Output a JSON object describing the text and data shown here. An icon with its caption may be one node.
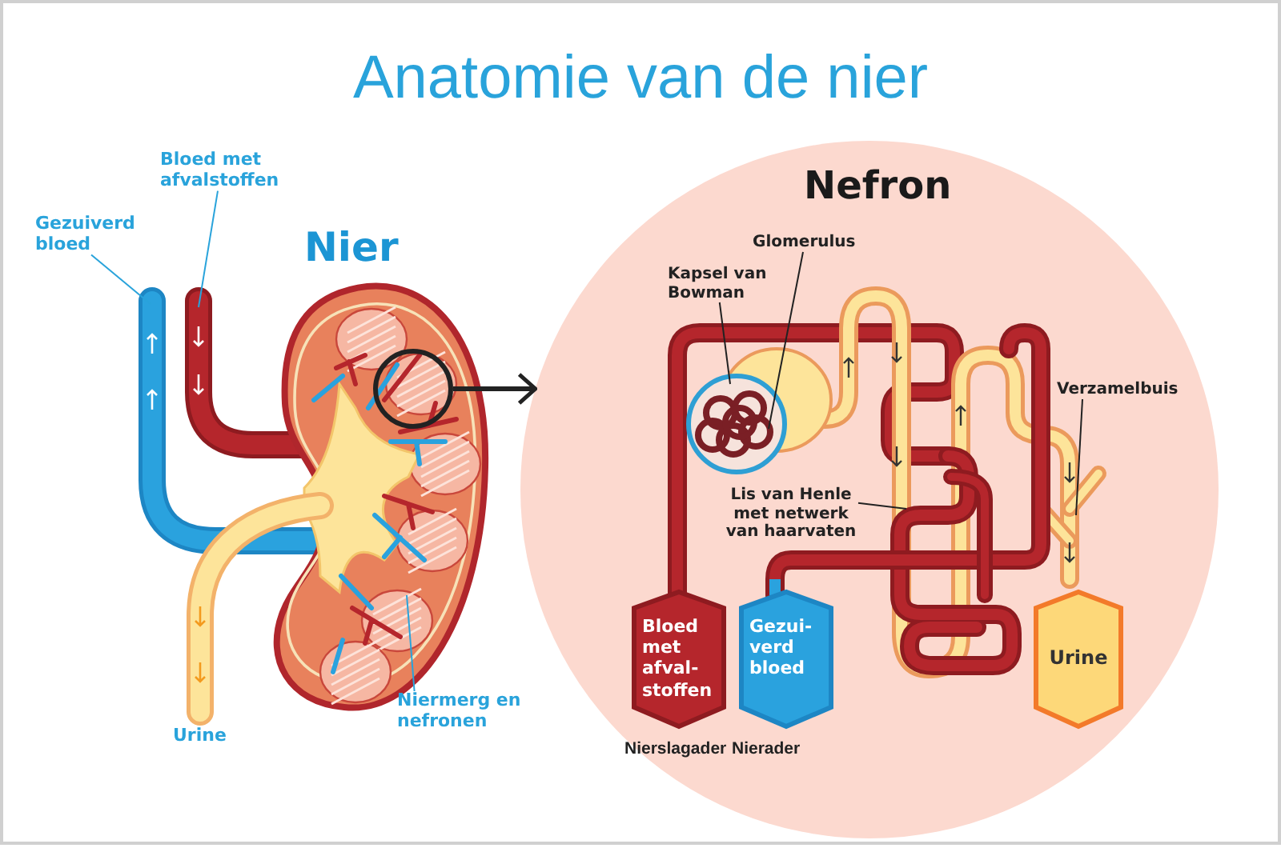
{
  "diagram": {
    "title": "Anatomie van de nier",
    "nodes": [
      {
        "text": [
          "Gezuiverd bloed"
        ]
      },
      {
        "text": [
          "Bloed met afvalstoffen"
        ]
      },
      {
        "text": [],
        "shape": "circle"
      },
      {
        "text": [
          "Nefron"
        ]
      },
      {
        "text": [
          "Kapsel van Bowman"
        ],
        "in": 3
      },
      {
        "text": [
          "Glomerulus"
        ],
        "in": 3
      },
      {
        "text": [
          "Verzamelbuis"
        ],
        "in": 3
      },
      {
        "text": [
          "Lis van Henle met netwerk van haarvaten"
        ],
        "in": 3
      },
      {
        "text": [
          "Bloed met afval- stoffen"
        ],
        "beside": [
          "Nierslagader"
        ],
        "in": 3
      },
      {
        "text": [
          "Gezui- verd bloed"
        ],
        "beside": [
          "Nierader"
        ],
        "in": 3
      },
      {
        "text": [
          "Urine"
        ],
        "in": 3
      },
      {
        "text": [
          "Niermerg en nefronen"
        ]
      }
    ],
    "edges": [
      {
        "from": 0,
        "to": null,
        "arrow": "none",
        "color": "#29a3db"
      },
      {
        "from": 1,
        "to": null,
        "arrow": "none",
        "color": "#29a3db"
      },
      {
        "from": 2,
        "to": 3,
        "arrow": "to",
        "style": "thick"
      },
      {
        "from": 4,
        "to": null,
        "arrow": "none"
      },
      {
        "from": 5,
        "to": null,
        "arrow": "none"
      },
      {
        "from": 6,
        "to": null,
        "arrow": "none"
      },
      {
        "from": 7,
        "to": null,
        "arrow": "none"
      },
      {
        "from": 11,
        "to": null,
        "arrow": "none",
        "color": "#29a3db"
      }
    ],
    "labels": [
      "Nier",
      "Urine"
    ]
  }
}
